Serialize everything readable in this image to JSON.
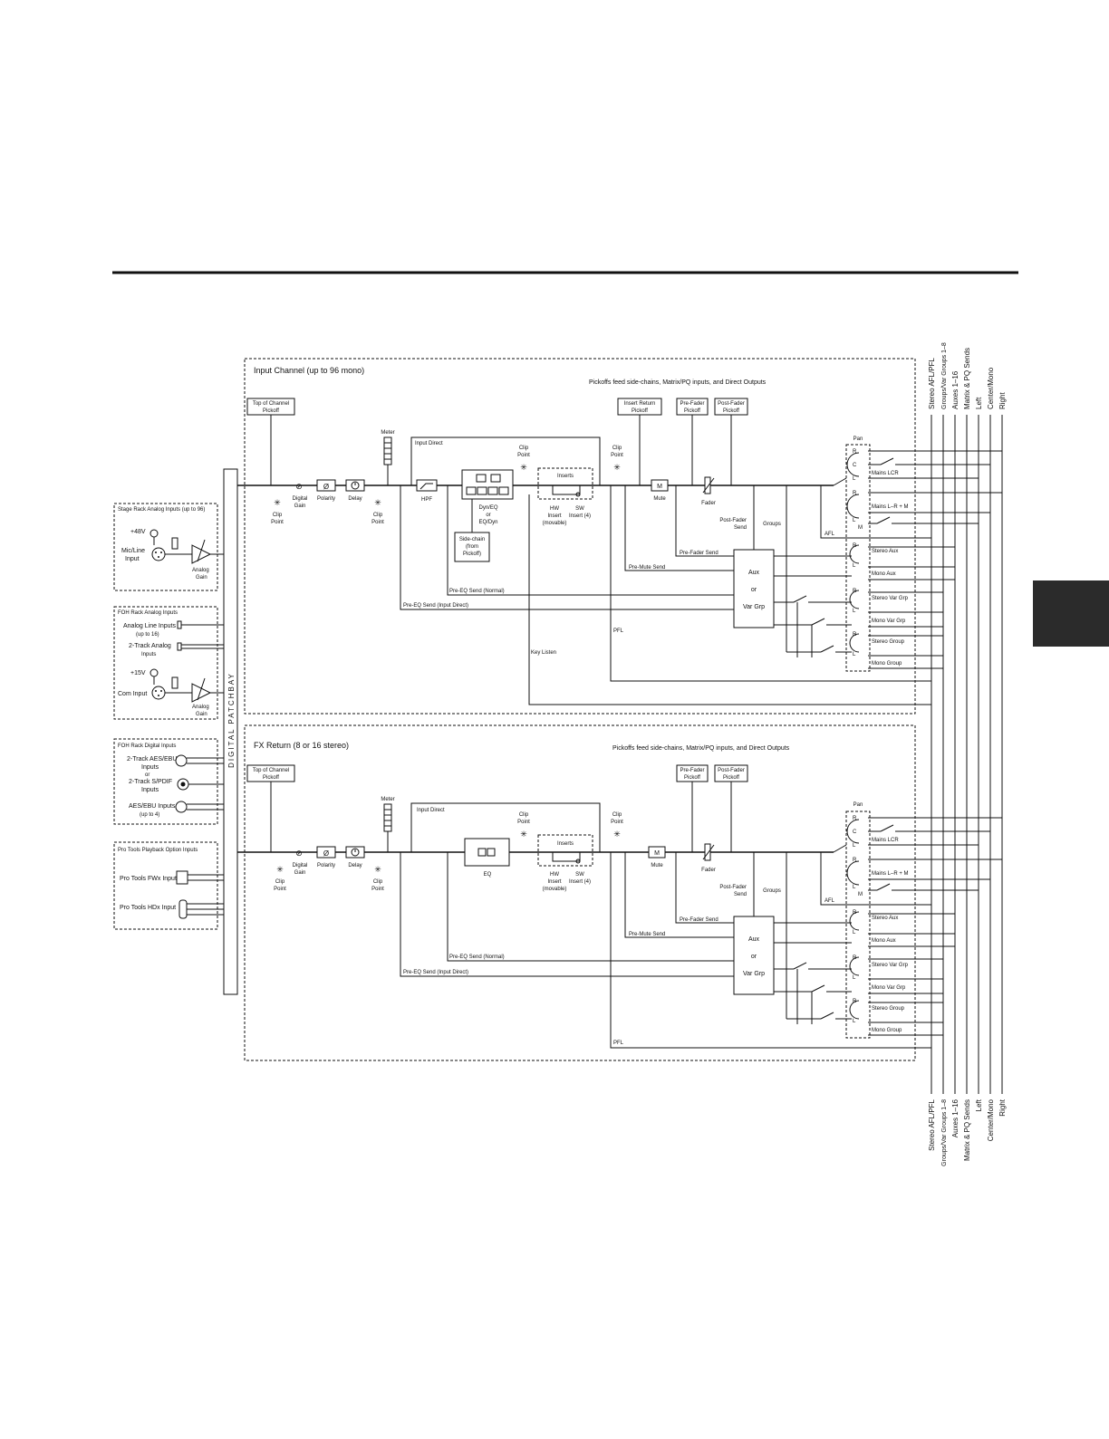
{
  "bus_labels": [
    "Stereo AFL/PFL",
    "Groups/Var Groups 1–8",
    "Auxes 1–16",
    "Matrix & PQ Sends",
    "Left",
    "Center/Mono",
    "Right"
  ],
  "patchbay_label": "DIGITAL PATCHBAY",
  "input_sources": {
    "stage_rack": {
      "title": "Stage Rack Analog Inputs (up to 96)",
      "phantom": "+48V",
      "mic_line": [
        "Mic/Line",
        "Input"
      ],
      "gain": [
        "Analog",
        "Gain"
      ]
    },
    "foh_analog": {
      "title": "FOH Rack Analog Inputs",
      "line_inputs": [
        "Analog Line Inputs",
        "(up to 16)"
      ],
      "two_track": [
        "2-Track Analog",
        "Inputs"
      ],
      "phantom": "+15V",
      "com_input": "Com Input",
      "gain": [
        "Analog",
        "Gain"
      ]
    },
    "foh_digital": {
      "title": "FOH Rack Digital Inputs",
      "aes_two_track": [
        "2-Track AES/EBU",
        "Inputs"
      ],
      "or": "or",
      "spdif": [
        "2-Track S/PDIF",
        "Inputs"
      ],
      "aes_inputs": [
        "AES/EBU Inputs",
        "(up to 4)"
      ]
    },
    "protools": {
      "title": "Pro Tools Playback Option Inputs",
      "fwx": "Pro Tools FWx Input",
      "hdx": "Pro Tools HDx Input"
    }
  },
  "input_channel": {
    "title": "Input Channel (up to 96 mono)",
    "pickoffs_note": "Pickoffs feed side-chains, Matrix/PQ inputs, and Direct Outputs",
    "top_pickoff": [
      "Top of Channel",
      "Pickoff"
    ],
    "insert_return_pickoff": [
      "Insert Return",
      "Pickoff"
    ],
    "pre_fader_pickoff": [
      "Pre-Fader",
      "Pickoff"
    ],
    "post_fader_pickoff": [
      "Post-Fader",
      "Pickoff"
    ],
    "meter": "Meter",
    "input_direct": "Input Direct",
    "clip_point": [
      "Clip",
      "Point"
    ],
    "digital_gain": [
      "Digital",
      "Gain"
    ],
    "polarity": "Polarity",
    "delay": "Delay",
    "hpf": "HPF",
    "dyn_eq": [
      "Dyn/EQ",
      "or",
      "EQ/Dyn"
    ],
    "sidechain": [
      "Side-chain",
      "(from",
      "Pickoff)"
    ],
    "inserts": "Inserts",
    "hw_insert": [
      "HW",
      "Insert",
      "(movable)"
    ],
    "sw_insert": [
      "SW",
      "Insert (4)"
    ],
    "mute_symbol": "M",
    "mute": "Mute",
    "fader": "Fader",
    "post_fader_send": [
      "Post-Fader",
      "Send"
    ],
    "groups": "Groups",
    "pre_fader_send": "Pre-Fader Send",
    "pre_mute_send": "Pre-Mute Send",
    "pre_eq_normal": "Pre-EQ Send (Normal)",
    "pre_eq_direct": "Pre-EQ Send (Input Direct)",
    "aux_var": [
      "Aux",
      "or",
      "Var Grp"
    ],
    "pfl": "PFL",
    "key_listen": "Key Listen",
    "afl": "AFL",
    "pan": "Pan",
    "outputs": [
      "Mains LCR",
      "Mains L–R + M",
      "Stereo Aux",
      "Mono Aux",
      "Stereo Var Grp",
      "Mono Var Grp",
      "Stereo Group",
      "Mono Group"
    ]
  },
  "fx_return": {
    "title": "FX Return (8 or 16 stereo)",
    "pickoffs_note": "Pickoffs feed side-chains, Matrix/PQ inputs, and Direct Outputs",
    "top_pickoff": [
      "Top of Channel",
      "Pickoff"
    ],
    "pre_fader_pickoff": [
      "Pre-Fader",
      "Pickoff"
    ],
    "post_fader_pickoff": [
      "Post-Fader",
      "Pickoff"
    ],
    "meter": "Meter",
    "input_direct": "Input Direct",
    "clip_point": [
      "Clip",
      "Point"
    ],
    "digital_gain": [
      "Digital",
      "Gain"
    ],
    "polarity": "Polarity",
    "delay": "Delay",
    "eq": "EQ",
    "inserts": "Inserts",
    "hw_insert": [
      "HW",
      "Insert",
      "(movable)"
    ],
    "sw_insert": [
      "SW",
      "Insert (4)"
    ],
    "mute_symbol": "M",
    "mute": "Mute",
    "fader": "Fader",
    "post_fader_send": [
      "Post-Fader",
      "Send"
    ],
    "groups": "Groups",
    "pre_fader_send": "Pre-Fader Send",
    "pre_mute_send": "Pre-Mute Send",
    "pre_eq_normal": "Pre-EQ Send (Normal)",
    "pre_eq_direct": "Pre-EQ Send (Input Direct)",
    "aux_var": [
      "Aux",
      "or",
      "Var Grp"
    ],
    "pfl": "PFL",
    "afl": "AFL",
    "pan": "Pan",
    "outputs": [
      "Mains LCR",
      "Mains L–R + M",
      "Stereo Aux",
      "Mono Aux",
      "Stereo Var Grp",
      "Mono Var Grp",
      "Stereo Group",
      "Mono Group"
    ]
  },
  "pan_letters": {
    "r": "R",
    "c": "C",
    "l": "L",
    "m": "M"
  }
}
